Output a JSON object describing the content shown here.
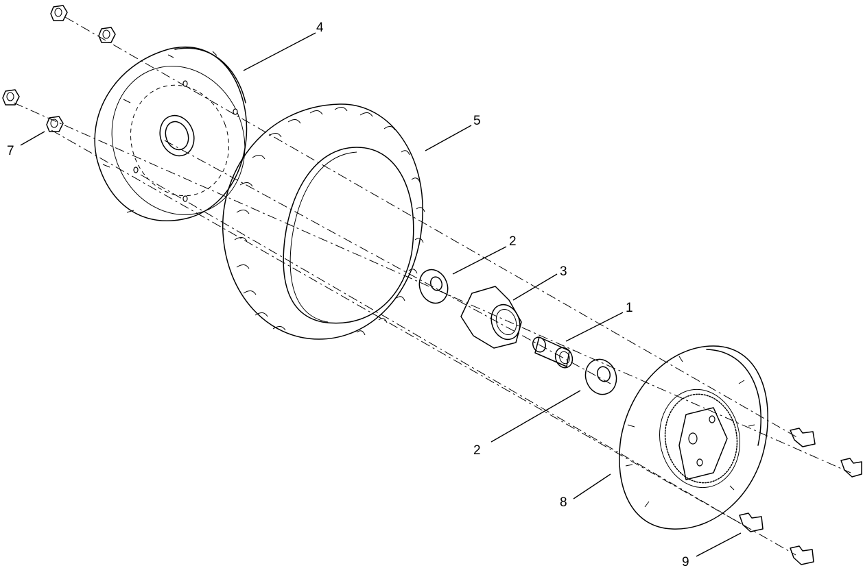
{
  "callouts": {
    "c1": "1",
    "c2a": "2",
    "c2b": "2",
    "c3": "3",
    "c4": "4",
    "c5": "5",
    "c7": "7",
    "c8": "8",
    "c9": "9"
  }
}
